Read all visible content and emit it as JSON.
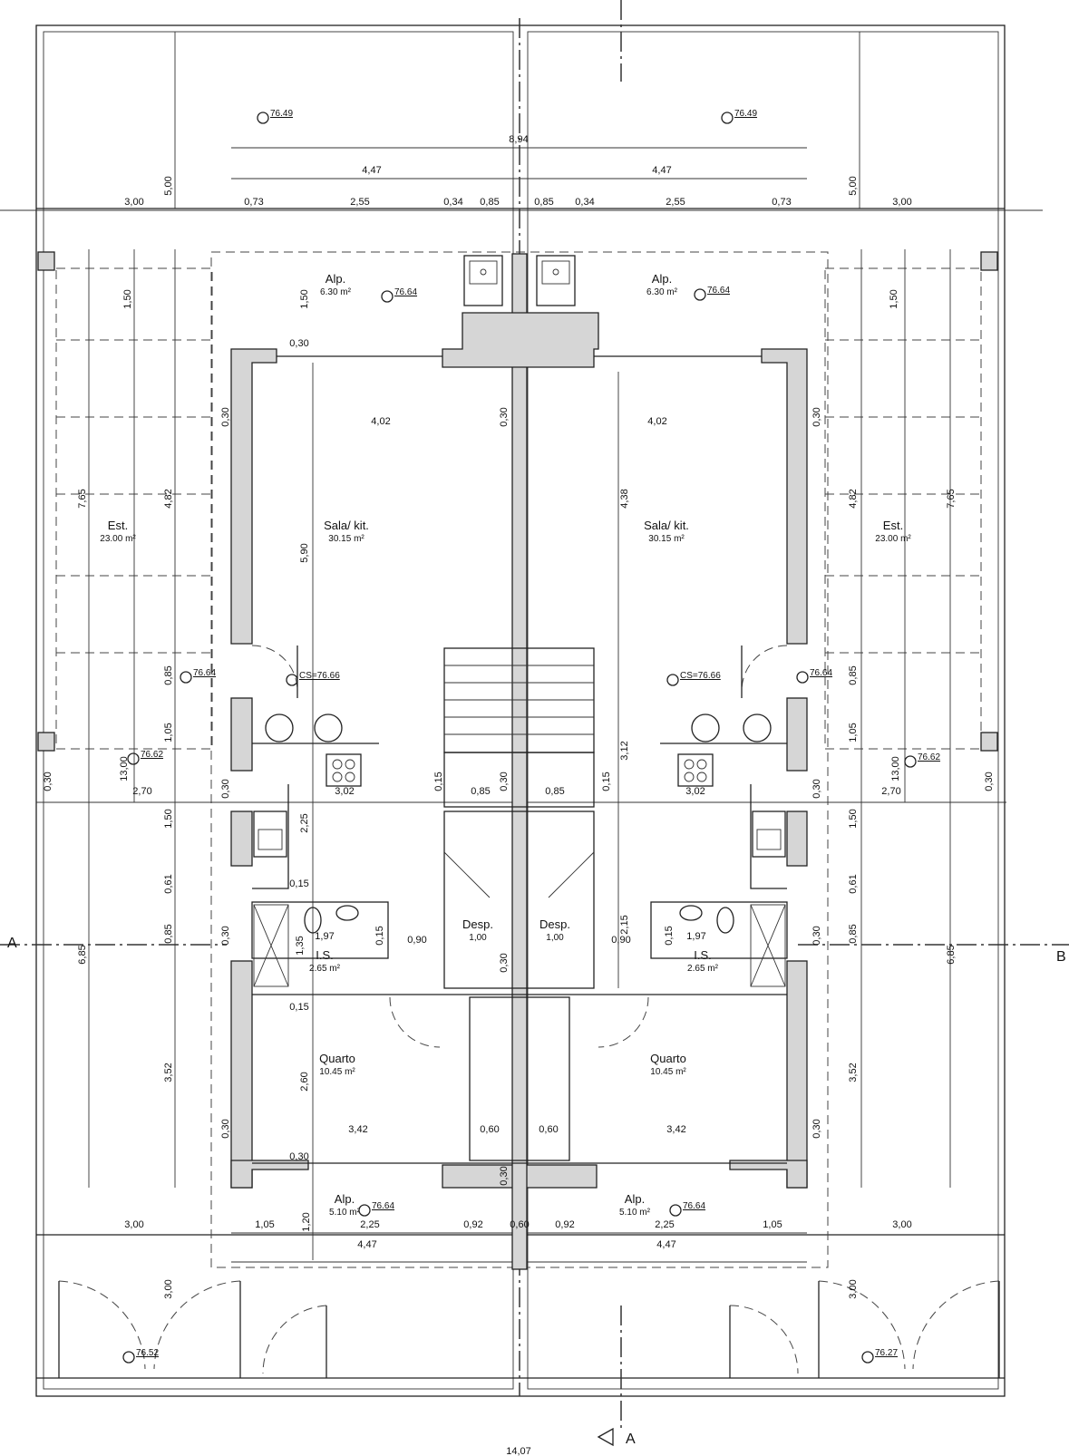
{
  "title": "Floor plan - twin houses",
  "rooms": [
    {
      "name": "Alp.",
      "area": "6.30 m²"
    },
    {
      "name": "Alp.",
      "area": "6.30 m²"
    },
    {
      "name": "Sala/ kit.",
      "area": "30.15 m²"
    },
    {
      "name": "Sala/ kit.",
      "area": "30.15 m²"
    },
    {
      "name": "Est.",
      "area": "23.00 m²"
    },
    {
      "name": "Est.",
      "area": "23.00 m²"
    },
    {
      "name": "Desp.",
      "area": "1,00"
    },
    {
      "name": "Desp.",
      "area": "1,00"
    },
    {
      "name": "I.S.",
      "area": "2.65 m²"
    },
    {
      "name": "I.S.",
      "area": "2.65 m²"
    },
    {
      "name": "Quarto",
      "area": "10.45 m²"
    },
    {
      "name": "Quarto",
      "area": "10.45 m²"
    },
    {
      "name": "Alp.",
      "area": "5.10 m²"
    },
    {
      "name": "Alp.",
      "area": "5.10 m²"
    }
  ],
  "levels": [
    "76.49",
    "76.49",
    "76.64",
    "76.64",
    "76.64",
    "76.64",
    "CS=76.66",
    "CS=76.66",
    "76.62",
    "76.62",
    "76.64",
    "76.64",
    "76.52",
    "76.27"
  ],
  "dimensions": [
    "8,94",
    "4,47",
    "4,47",
    "3,00",
    "0,73",
    "2,55",
    "0,34",
    "0,85",
    "0,85",
    "0,34",
    "2,55",
    "0,73",
    "3,00",
    "5,00",
    "5,00",
    "1,50",
    "1,50",
    "1,50",
    "0,30",
    "0,30",
    "4,02",
    "0,30",
    "4,02",
    "0,30",
    "7,65",
    "4,82",
    "5,90",
    "4,38",
    "4,82",
    "7,65",
    "0,85",
    "0,85",
    "1,05",
    "1,05",
    "13,00",
    "13,00",
    "3,12",
    "0,30",
    "2,70",
    "0,30",
    "3,02",
    "0,15",
    "0,30",
    "0,85",
    "0,85",
    "0,15",
    "3,02",
    "0,30",
    "2,70",
    "0,30",
    "1,50",
    "2,25",
    "1,50",
    "0,61",
    "0,61",
    "0,15",
    "2,15",
    "0,85",
    "0,30",
    "1,35",
    "1,97",
    "0,15",
    "0,90",
    "0,90",
    "0,15",
    "1,97",
    "0,30",
    "0,85",
    "6,85",
    "6,85",
    "0,30",
    "0,15",
    "3,52",
    "2,60",
    "3,52",
    "0,30",
    "3,42",
    "0,60",
    "0,60",
    "3,42",
    "0,30",
    "0,30",
    "0,30",
    "3,00",
    "1,05",
    "1,20",
    "2,25",
    "0,92",
    "0,60",
    "0,92",
    "2,25",
    "1,05",
    "3,00",
    "4,47",
    "4,47",
    "3,00",
    "3,00",
    "14,07"
  ],
  "section_marks": [
    "A",
    "A",
    "B"
  ]
}
